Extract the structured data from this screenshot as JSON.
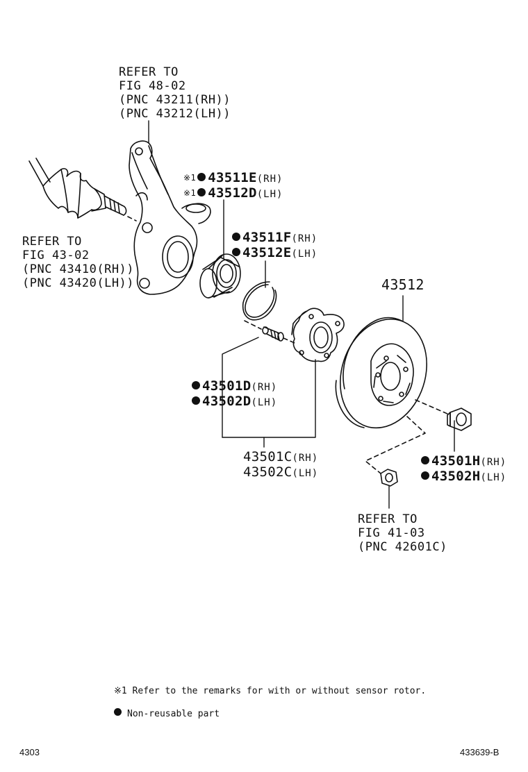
{
  "knuckle_ref": {
    "lines": [
      "REFER TO",
      "FIG 48-02",
      "(PNC 43211(RH))",
      "(PNC 43212(LH))"
    ]
  },
  "driveshaft_ref": {
    "lines": [
      "REFER TO",
      "FIG 43-02",
      "(PNC 43410(RH))",
      "(PNC 43420(LH))"
    ]
  },
  "bearing": {
    "mark": "※1",
    "rh": {
      "pn": "43511E",
      "side": "(RH)"
    },
    "lh": {
      "pn": "43512D",
      "side": "(LH)"
    }
  },
  "snap_ring": {
    "rh": {
      "pn": "43511F",
      "side": "(RH)"
    },
    "lh": {
      "pn": "43512E",
      "side": "(LH)"
    }
  },
  "disc": {
    "pn": "43512"
  },
  "hub_bolt": {
    "rh": {
      "pn": "43501D",
      "side": "(RH)"
    },
    "lh": {
      "pn": "43502D",
      "side": "(LH)"
    }
  },
  "hub_assy": {
    "rh": {
      "pn": "43501C",
      "side": "(RH)"
    },
    "lh": {
      "pn": "43502C",
      "side": "(LH)"
    }
  },
  "axle_nut": {
    "rh": {
      "pn": "43501H",
      "side": "(RH)"
    },
    "lh": {
      "pn": "43502H",
      "side": "(LH)"
    }
  },
  "wheel_nut_ref": {
    "lines": [
      "REFER TO",
      "FIG 41-03",
      "(PNC 42601C)"
    ]
  },
  "notes": {
    "remark": "※1 Refer to the remarks for with or without sensor rotor.",
    "non_reusable": "Non-reusable part"
  },
  "footer": {
    "left": "4303",
    "right": "433639-B"
  }
}
